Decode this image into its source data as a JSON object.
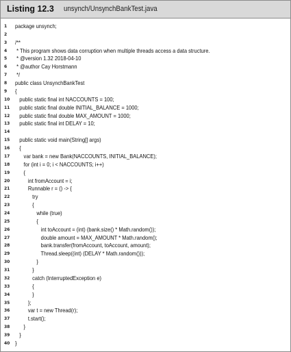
{
  "listing": {
    "label": "Listing 12.3",
    "file": "unsynch/UnsynchBankTest.java"
  },
  "code_lines": [
    {
      "n": "1",
      "text": "package unsynch;"
    },
    {
      "n": "2",
      "text": ""
    },
    {
      "n": "3",
      "text": "/**"
    },
    {
      "n": "4",
      "text": " * This program shows data corruption when multiple threads access a data structure."
    },
    {
      "n": "5",
      "text": " * @version 1.32 2018-04-10"
    },
    {
      "n": "6",
      "text": " * @author Cay Horstmann"
    },
    {
      "n": "7",
      "text": " */"
    },
    {
      "n": "8",
      "text": "public class UnsynchBankTest"
    },
    {
      "n": "9",
      "text": "{"
    },
    {
      "n": "10",
      "text": "   public static final int NACCOUNTS = 100;"
    },
    {
      "n": "11",
      "text": "   public static final double INITIAL_BALANCE = 1000;"
    },
    {
      "n": "12",
      "text": "   public static final double MAX_AMOUNT = 1000;"
    },
    {
      "n": "13",
      "text": "   public static final int DELAY = 10;"
    },
    {
      "n": "14",
      "text": ""
    },
    {
      "n": "15",
      "text": "   public static void main(String[] args)"
    },
    {
      "n": "16",
      "text": "   {"
    },
    {
      "n": "17",
      "text": "      var bank = new Bank(NACCOUNTS, INITIAL_BALANCE);"
    },
    {
      "n": "18",
      "text": "      for (int i = 0; i < NACCOUNTS; i++)"
    },
    {
      "n": "19",
      "text": "      {"
    },
    {
      "n": "20",
      "text": "         int fromAccount = i;"
    },
    {
      "n": "21",
      "text": "         Runnable r = () -> {"
    },
    {
      "n": "22",
      "text": "            try"
    },
    {
      "n": "23",
      "text": "            {"
    },
    {
      "n": "24",
      "text": "               while (true)"
    },
    {
      "n": "25",
      "text": "               {"
    },
    {
      "n": "26",
      "text": "                  int toAccount = (int) (bank.size() * Math.random());"
    },
    {
      "n": "27",
      "text": "                  double amount = MAX_AMOUNT * Math.random();"
    },
    {
      "n": "28",
      "text": "                  bank.transfer(fromAccount, toAccount, amount);"
    },
    {
      "n": "29",
      "text": "                  Thread.sleep((int) (DELAY * Math.random()));"
    },
    {
      "n": "30",
      "text": "               }"
    },
    {
      "n": "31",
      "text": "            }"
    },
    {
      "n": "32",
      "text": "            catch (InterruptedException e)"
    },
    {
      "n": "33",
      "text": "            {"
    },
    {
      "n": "34",
      "text": "            }"
    },
    {
      "n": "35",
      "text": "         };"
    },
    {
      "n": "36",
      "text": "         var t = new Thread(r);"
    },
    {
      "n": "37",
      "text": "         t.start();"
    },
    {
      "n": "38",
      "text": "      }"
    },
    {
      "n": "39",
      "text": "   }"
    },
    {
      "n": "40",
      "text": "}"
    }
  ]
}
